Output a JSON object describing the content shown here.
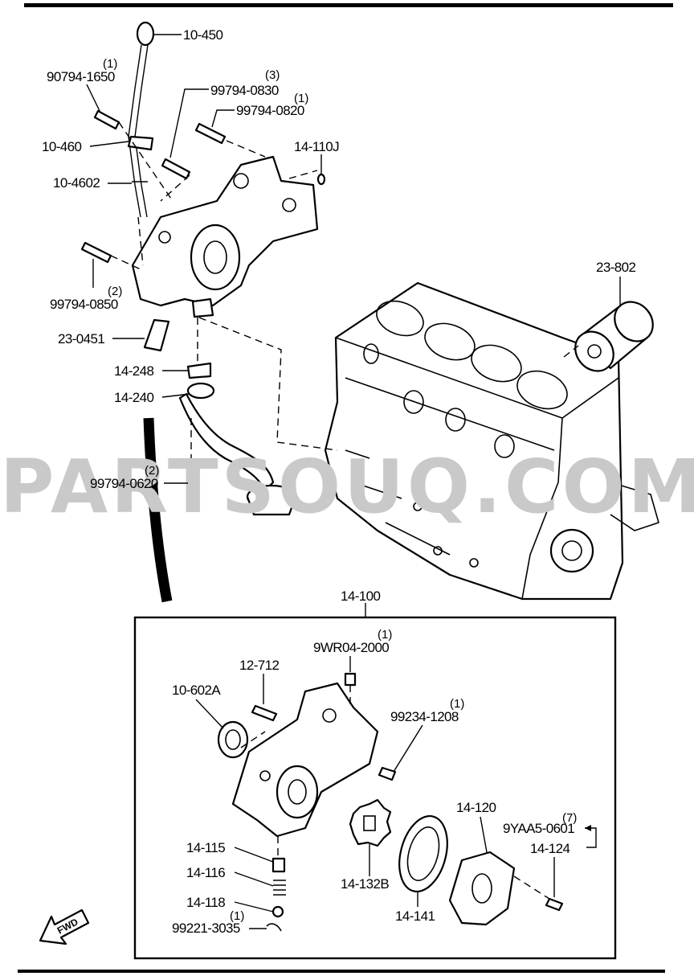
{
  "diagram": {
    "watermark": "PARTSOUQ.COM",
    "orientation_marker": "FWD",
    "assembly_label": "14-100",
    "callouts": [
      {
        "id": "c-10-450",
        "part": "10-450",
        "qty": ""
      },
      {
        "id": "c-90794-1650",
        "part": "90794-1650",
        "qty": "(1)"
      },
      {
        "id": "c-99794-0830",
        "part": "99794-0830",
        "qty": "(3)"
      },
      {
        "id": "c-99794-0820",
        "part": "99794-0820",
        "qty": "(1)"
      },
      {
        "id": "c-10-460",
        "part": "10-460",
        "qty": ""
      },
      {
        "id": "c-14-110J",
        "part": "14-110J",
        "qty": ""
      },
      {
        "id": "c-10-4602",
        "part": "10-4602",
        "qty": ""
      },
      {
        "id": "c-23-802",
        "part": "23-802",
        "qty": ""
      },
      {
        "id": "c-99794-0850",
        "part": "99794-0850",
        "qty": "(2)"
      },
      {
        "id": "c-23-0451",
        "part": "23-0451",
        "qty": ""
      },
      {
        "id": "c-14-248",
        "part": "14-248",
        "qty": ""
      },
      {
        "id": "c-14-240",
        "part": "14-240",
        "qty": ""
      },
      {
        "id": "c-99794-0620",
        "part": "99794-0620",
        "qty": "(2)"
      },
      {
        "id": "c-9WR04-2000",
        "part": "9WR04-2000",
        "qty": "(1)"
      },
      {
        "id": "c-12-712",
        "part": "12-712",
        "qty": ""
      },
      {
        "id": "c-10-602A",
        "part": "10-602A",
        "qty": ""
      },
      {
        "id": "c-99234-1208",
        "part": "99234-1208",
        "qty": "(1)"
      },
      {
        "id": "c-14-120",
        "part": "14-120",
        "qty": ""
      },
      {
        "id": "c-9YAA5-0601",
        "part": "9YAA5-0601",
        "qty": "(7)"
      },
      {
        "id": "c-14-124",
        "part": "14-124",
        "qty": ""
      },
      {
        "id": "c-14-115",
        "part": "14-115",
        "qty": ""
      },
      {
        "id": "c-14-116",
        "part": "14-116",
        "qty": ""
      },
      {
        "id": "c-14-132B",
        "part": "14-132B",
        "qty": ""
      },
      {
        "id": "c-14-118",
        "part": "14-118",
        "qty": ""
      },
      {
        "id": "c-14-141",
        "part": "14-141",
        "qty": ""
      },
      {
        "id": "c-99221-3035",
        "part": "99221-3035",
        "qty": "(1)"
      }
    ]
  }
}
